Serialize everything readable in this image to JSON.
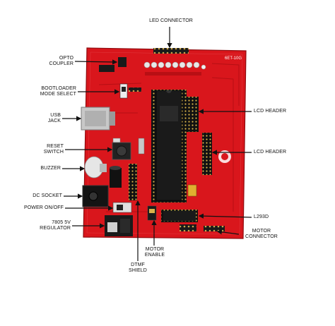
{
  "board": {
    "silk_code": "6ET-10G"
  },
  "labels": {
    "led_connector": "LED CONNECTOR",
    "opto_coupler": "OPTO\nCOUPLER",
    "bootloader_mode_select": "BOOTLOADER\nMODE SELECT",
    "usb_jack": "USB\nJACK",
    "reset_switch": "RESET\nSWITCH",
    "buzzer": "BUZZER",
    "dc_socket": "DC SOCKET",
    "power_on_off": "POWER ON/OFF",
    "regulator": "7805 5V\nREGULATOR",
    "dtmf_shield": "DTMF\nSHIELD",
    "motor_enable": "MOTOR\nENABLE",
    "motor_connector": "MOTOR\nCONNECTOR",
    "l293d": "L293D",
    "lcd_header_1": "LCD HEADER",
    "lcd_header_2": "LCD HEADER"
  },
  "colors": {
    "pcb": "#d9161c",
    "pcb_dark": "#a40d12",
    "chip": "#1a1a1a",
    "arrow": "#111111"
  }
}
